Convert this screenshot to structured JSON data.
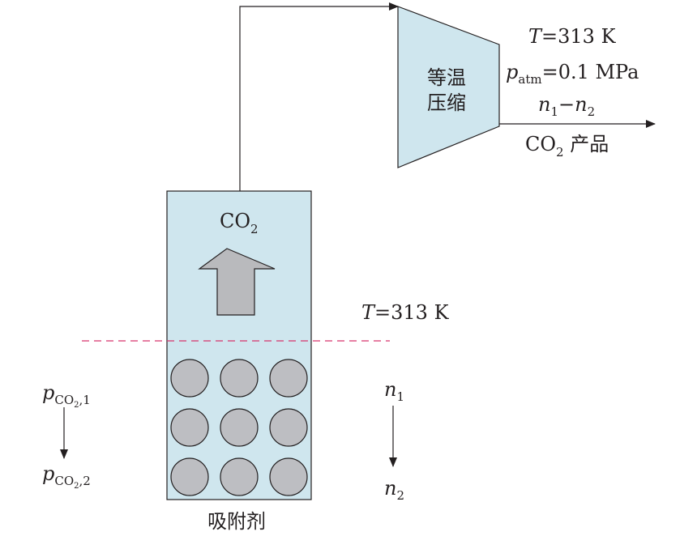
{
  "compressor": {
    "label_line1": "等温",
    "label_line2": "压缩"
  },
  "outlet": {
    "temperature": {
      "symbol": "T",
      "value": "=313 K"
    },
    "pressure": {
      "symbol": "p",
      "subscript": "atm",
      "value": "=0.1 MPa"
    },
    "flow": {
      "a": "n",
      "a_sub": "1",
      "dash": "−",
      "b": "n",
      "b_sub": "2"
    },
    "product": {
      "prefix": "CO",
      "sub": "2",
      "suffix": " 产品"
    }
  },
  "column": {
    "gas": {
      "text": "CO",
      "sub": "2"
    },
    "temperature": {
      "symbol": "T",
      "value": "=313 K"
    },
    "adsorbent_label": "吸附剂",
    "particle_rows": 3,
    "particle_cols": 3
  },
  "pressure_change": {
    "from": {
      "symbol": "p",
      "sub": "CO",
      "sub2": "2",
      "suffix": ",1"
    },
    "to": {
      "symbol": "p",
      "sub": "CO",
      "sub2": "2",
      "suffix": ",2"
    }
  },
  "amount_change": {
    "from": {
      "symbol": "n",
      "sub": "1"
    },
    "to": {
      "symbol": "n",
      "sub": "2"
    }
  },
  "colors": {
    "column_fill": "#cfe6ee",
    "particle_fill": "#bdbec2",
    "arrow_fill": "#b9babd",
    "dashed_line": "#d6336c",
    "stroke": "#231f20"
  }
}
